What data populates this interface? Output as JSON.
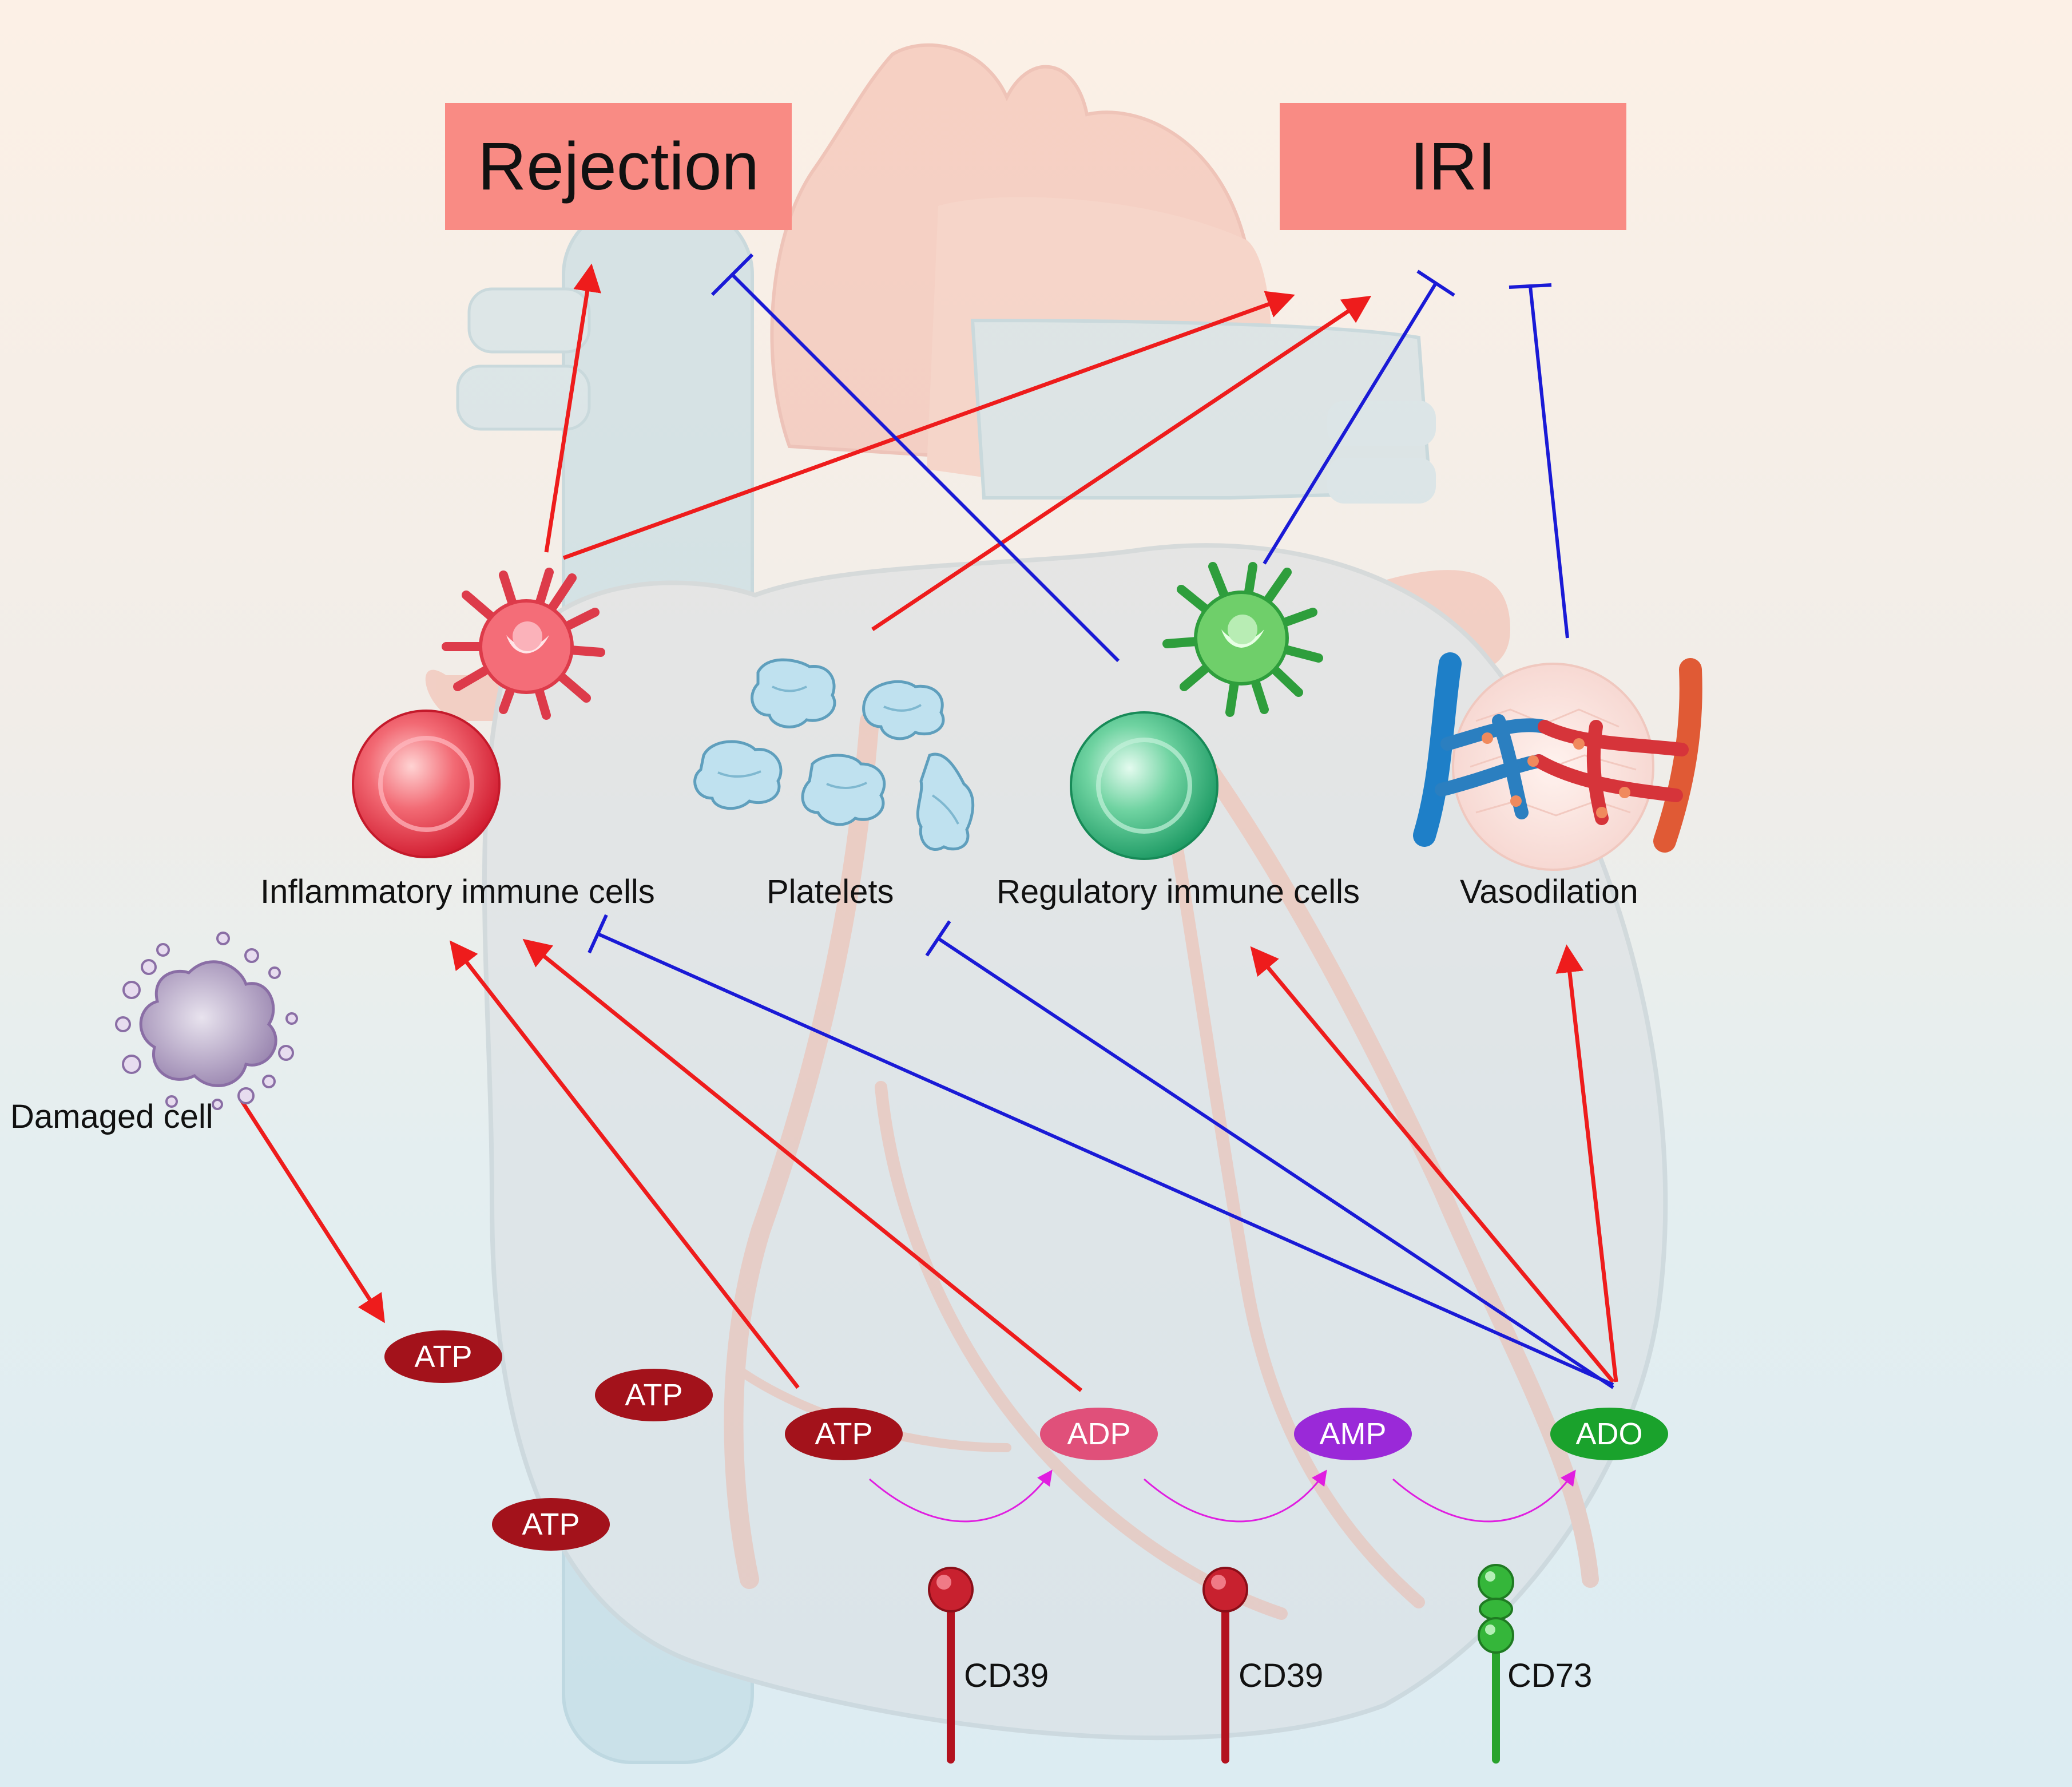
{
  "outcomes": {
    "rejection": "Rejection",
    "iri": "IRI"
  },
  "cells": {
    "inflammatory": "Inflammatory immune cells",
    "platelets": "Platelets",
    "regulatory": "Regulatory immune cells",
    "vasodilation": "Vasodilation",
    "damaged": "Damaged cell"
  },
  "nucleotides": {
    "atp": "ATP",
    "adp": "ADP",
    "amp": "AMP",
    "ado": "ADO"
  },
  "enzymes": {
    "cd39": "CD39",
    "cd73": "CD73"
  },
  "colors": {
    "activation_arrow": "#ee1c1c",
    "inhibition_line": "#1a1ad6",
    "conversion_arrow": "#e01ee0",
    "outcome_box": "#f98b84",
    "atp": "#a3121b",
    "adp": "#e0507a",
    "amp": "#9a29d8",
    "ado": "#1aa22c",
    "cd39": "#b3121f",
    "cd73": "#29a32d"
  },
  "icons": [
    "heart-background-icon",
    "inflammatory-cell-icon",
    "platelet-icon",
    "regulatory-cell-icon",
    "vasodilation-icon",
    "damaged-cell-icon"
  ]
}
